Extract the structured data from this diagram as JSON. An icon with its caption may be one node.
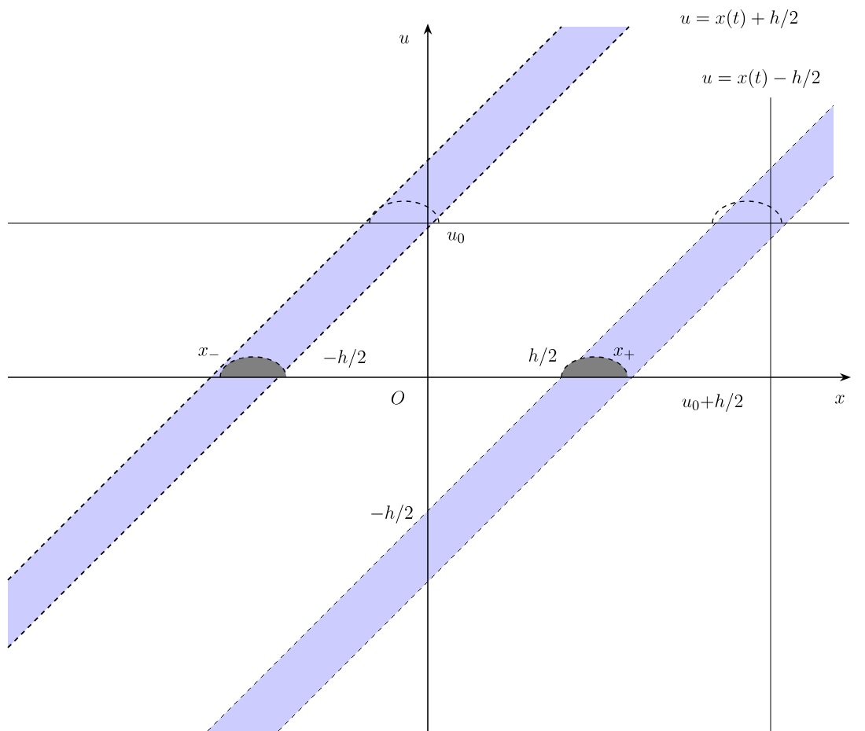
{
  "diagram": {
    "labels": [
      "u = x(t) + h/2",
      "u",
      "u = x(t) - h/2",
      "u_0",
      "x_-",
      "-h/2",
      "h/2",
      "x_+",
      "O",
      "u_0{+}h/2",
      "x",
      "-h/2"
    ]
  }
}
